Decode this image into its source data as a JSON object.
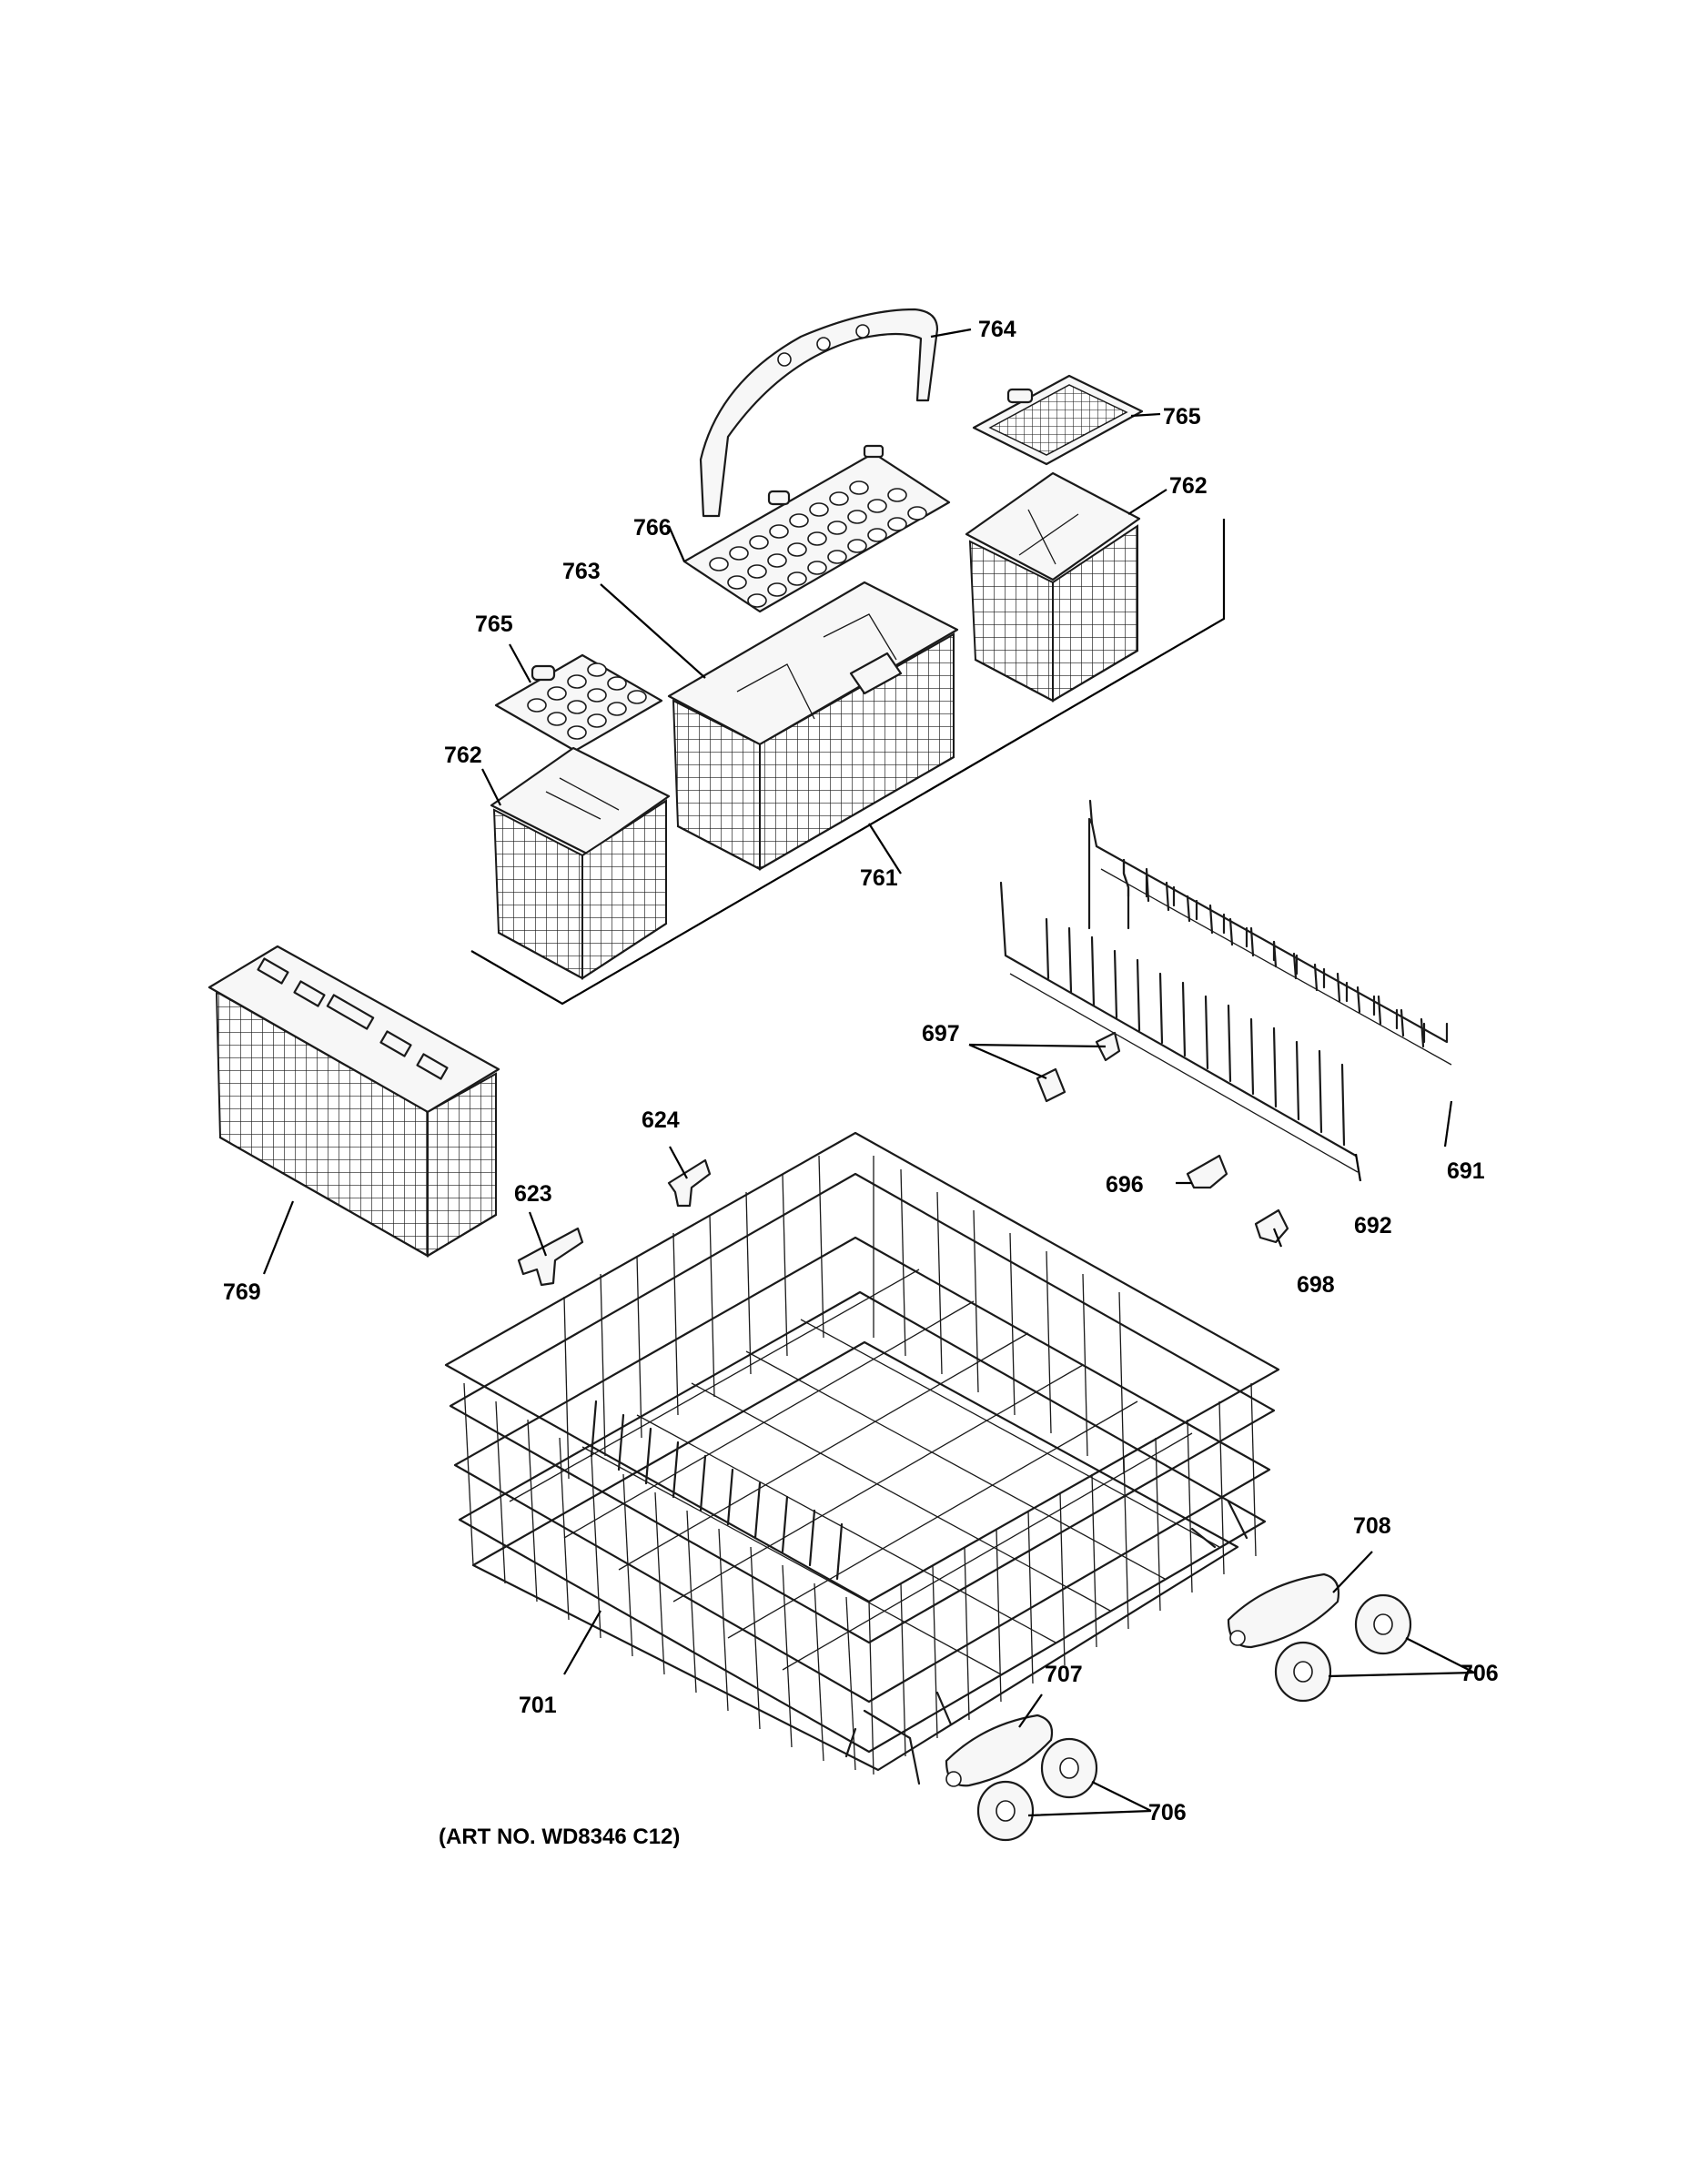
{
  "diagram": {
    "callouts": {
      "p764": "764",
      "p765a": "765",
      "p762a": "762",
      "p766": "766",
      "p763": "763",
      "p765b": "765",
      "p762b": "762",
      "p761": "761",
      "p697": "697",
      "p624": "624",
      "p623": "623",
      "p769": "769",
      "p691": "691",
      "p696": "696",
      "p692": "692",
      "p698": "698",
      "p708": "708",
      "p707": "707",
      "p706a": "706",
      "p706b": "706",
      "p701": "701"
    },
    "caption": "(ART NO. WD8346 C12)"
  }
}
